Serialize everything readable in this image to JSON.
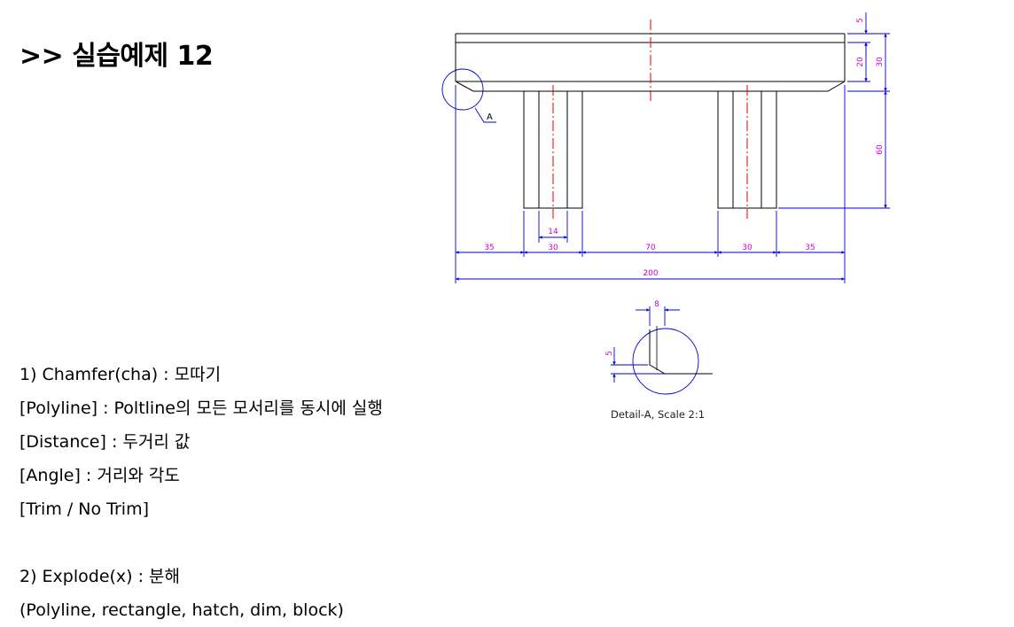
{
  "title": ">> 실습예제 12",
  "notes": {
    "line1": "1) Chamfer(cha) : 모따기",
    "line2": "[Polyline] : Poltline의 모든 모서리를 동시에 실행",
    "line3": "[Distance] : 두거리 값",
    "line4": "[Angle] : 거리와 각도",
    "line5": "[Trim / No Trim]",
    "line6": "2) Explode(x) : 분해",
    "line7": "(Polyline, rectangle, hatch, dim, block)"
  },
  "drawing": {
    "callout_label": "A",
    "dims": {
      "top_5": "5",
      "right_20": "20",
      "right_30": "30",
      "right_60": "60",
      "leg_14": "14",
      "left_35": "35",
      "leg_30_left": "30",
      "mid_70": "70",
      "leg_30_right": "30",
      "right_35": "35",
      "total_200": "200",
      "detail_8": "8",
      "detail_5": "5"
    },
    "detail_caption": "Detail-A, Scale 2:1"
  },
  "colors": {
    "outline": "#000000",
    "dimension": "#0000cc",
    "centerline": "#dd0000",
    "dim_text": "#d000d0"
  }
}
